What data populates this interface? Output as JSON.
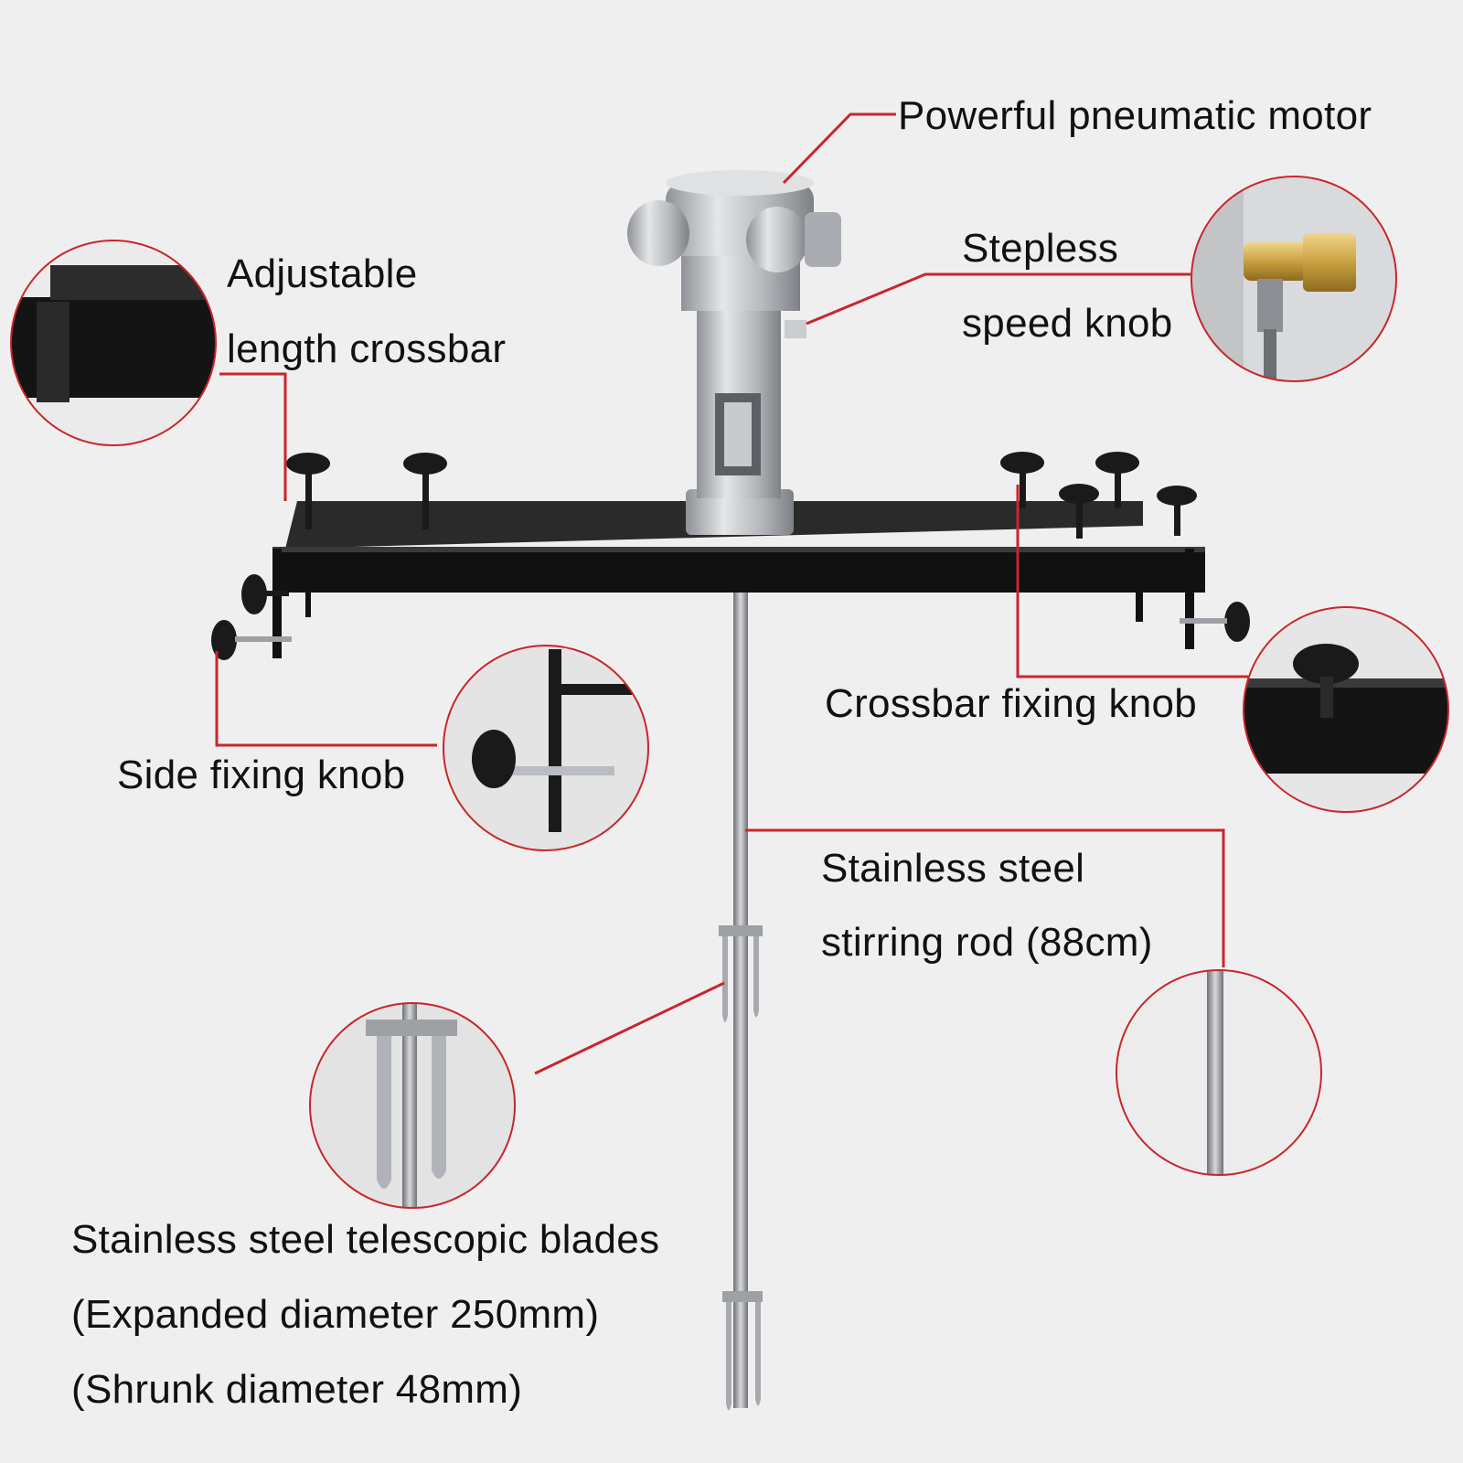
{
  "labels": {
    "motor": "Powerful pneumatic motor",
    "crossbar_line1": "Adjustable",
    "crossbar_line2": "length crossbar",
    "speed_line1": "Stepless",
    "speed_line2": "speed knob",
    "crossbar_knob": "Crossbar fixing knob",
    "side_knob": "Side fixing knob",
    "rod_line1": "Stainless steel",
    "rod_line2": "stirring rod (88cm)",
    "blades_line1": "Stainless steel telescopic blades",
    "blades_line2": "(Expanded diameter 250mm)",
    "blades_line3": "(Shrunk diameter 48mm)"
  },
  "colors": {
    "leader_line": "#c8262c",
    "crossbar": "#111111",
    "knob": "#1a1a1a",
    "motor": "#b9bcc0",
    "rod": "#9a9c9f",
    "brass": "#c9a040",
    "background": "#f0eff0"
  },
  "icons": [
    "motor-icon",
    "crossbar-icon",
    "knob-icon",
    "rod-icon",
    "blades-icon",
    "valve-icon"
  ]
}
